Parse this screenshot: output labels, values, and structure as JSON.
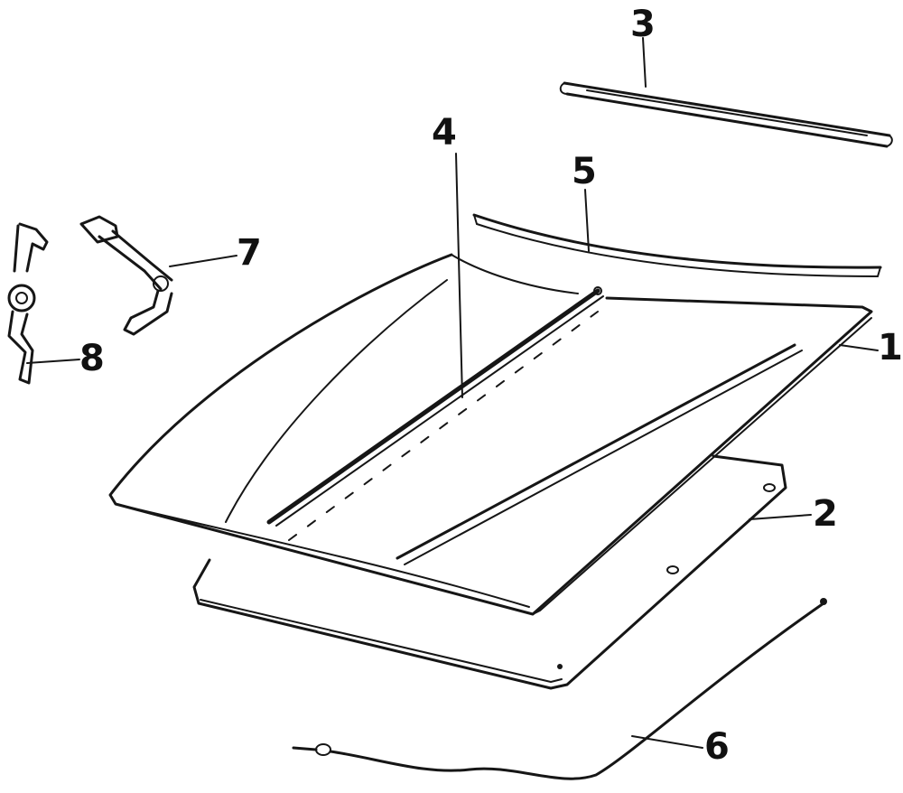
{
  "diagram": {
    "callouts": [
      {
        "id": "1",
        "label": "1"
      },
      {
        "id": "2",
        "label": "2"
      },
      {
        "id": "3",
        "label": "3"
      },
      {
        "id": "4",
        "label": "4"
      },
      {
        "id": "5",
        "label": "5"
      },
      {
        "id": "6",
        "label": "6"
      },
      {
        "id": "7",
        "label": "7"
      },
      {
        "id": "8",
        "label": "8"
      }
    ],
    "colors": {
      "ink": "#161616",
      "background": "#ffffff"
    }
  }
}
